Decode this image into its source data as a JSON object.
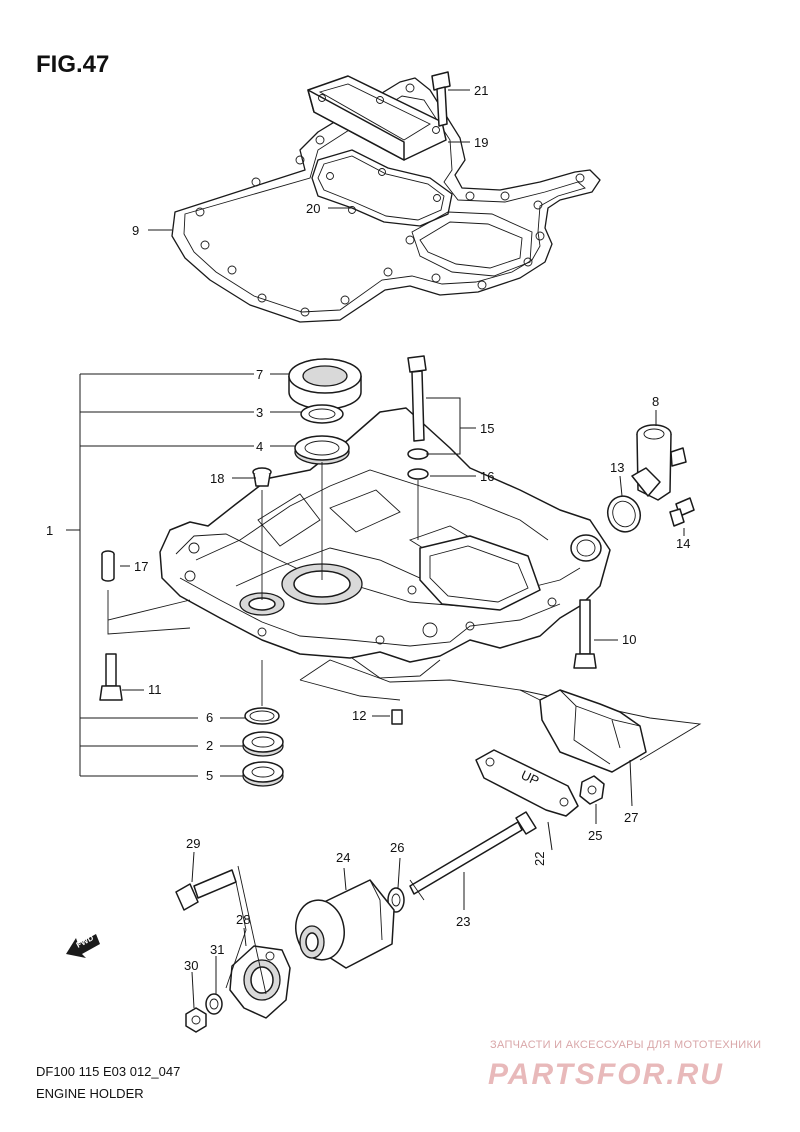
{
  "figure": {
    "title": "FIG.47",
    "code": "DF100 115 E03 012_047",
    "name": "ENGINE HOLDER"
  },
  "callouts": [
    "1",
    "2",
    "3",
    "4",
    "5",
    "6",
    "7",
    "8",
    "9",
    "10",
    "11",
    "12",
    "13",
    "14",
    "15",
    "16",
    "17",
    "18",
    "19",
    "20",
    "21",
    "22",
    "23",
    "24",
    "25",
    "26",
    "27",
    "28",
    "29",
    "30",
    "31"
  ],
  "gasket_mark": "UP",
  "fwd_label": "FWD",
  "watermark": {
    "tagline": "ЗАПЧАСТИ И АКСЕССУАРЫ ДЛЯ МОТОТЕХНИКИ",
    "logo": "PARTSFOR.RU",
    "color": "#e8b9ba"
  }
}
